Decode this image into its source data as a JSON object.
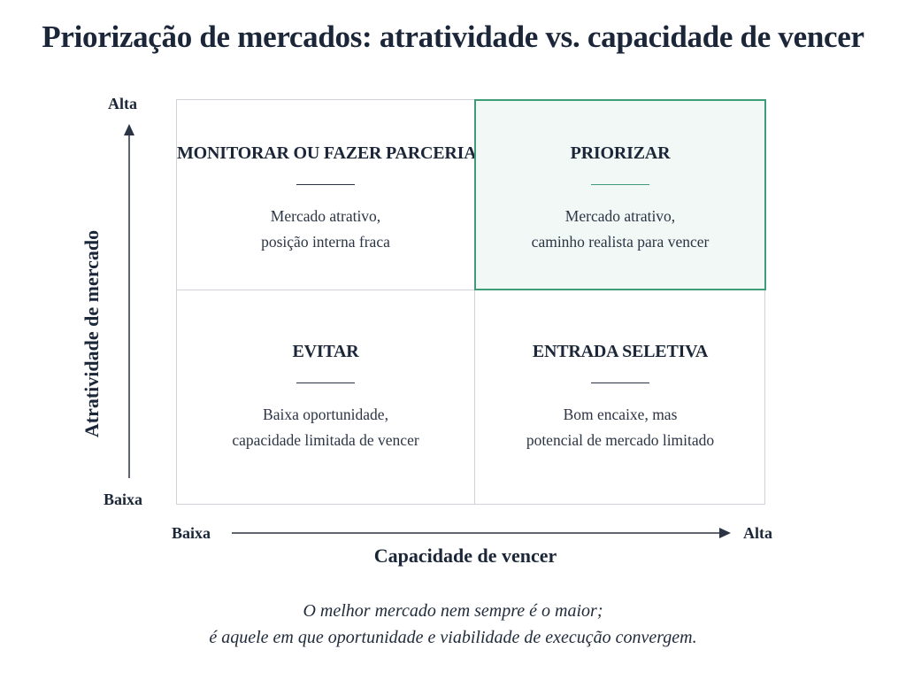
{
  "title": "Priorização de mercados: atratividade vs. capacidade de vencer",
  "y_axis": {
    "title": "Atratividade de mercado",
    "high": "Alta",
    "low": "Baixa"
  },
  "x_axis": {
    "title": "Capacidade de vencer",
    "low": "Baixa",
    "high": "Alta"
  },
  "quadrants": {
    "top_left": {
      "title": "MONITORAR OU FAZER PARCERIA",
      "line1": "Mercado atrativo,",
      "line2": "posição interna fraca"
    },
    "top_right": {
      "title": "PRIORIZAR",
      "line1": "Mercado atrativo,",
      "line2": "caminho realista para vencer",
      "highlight_color": "#3f9c79"
    },
    "bottom_left": {
      "title": "EVITAR",
      "line1": "Baixa oportunidade,",
      "line2": "capacidade limitada de vencer"
    },
    "bottom_right": {
      "title": "ENTRADA SELETIVA",
      "line1": "Bom encaixe, mas",
      "line2": "potencial de mercado limitado"
    }
  },
  "footer": {
    "line1": "O melhor mercado nem sempre é o maior;",
    "line2": "é aquele em que oportunidade e viabilidade de execução convergem."
  }
}
